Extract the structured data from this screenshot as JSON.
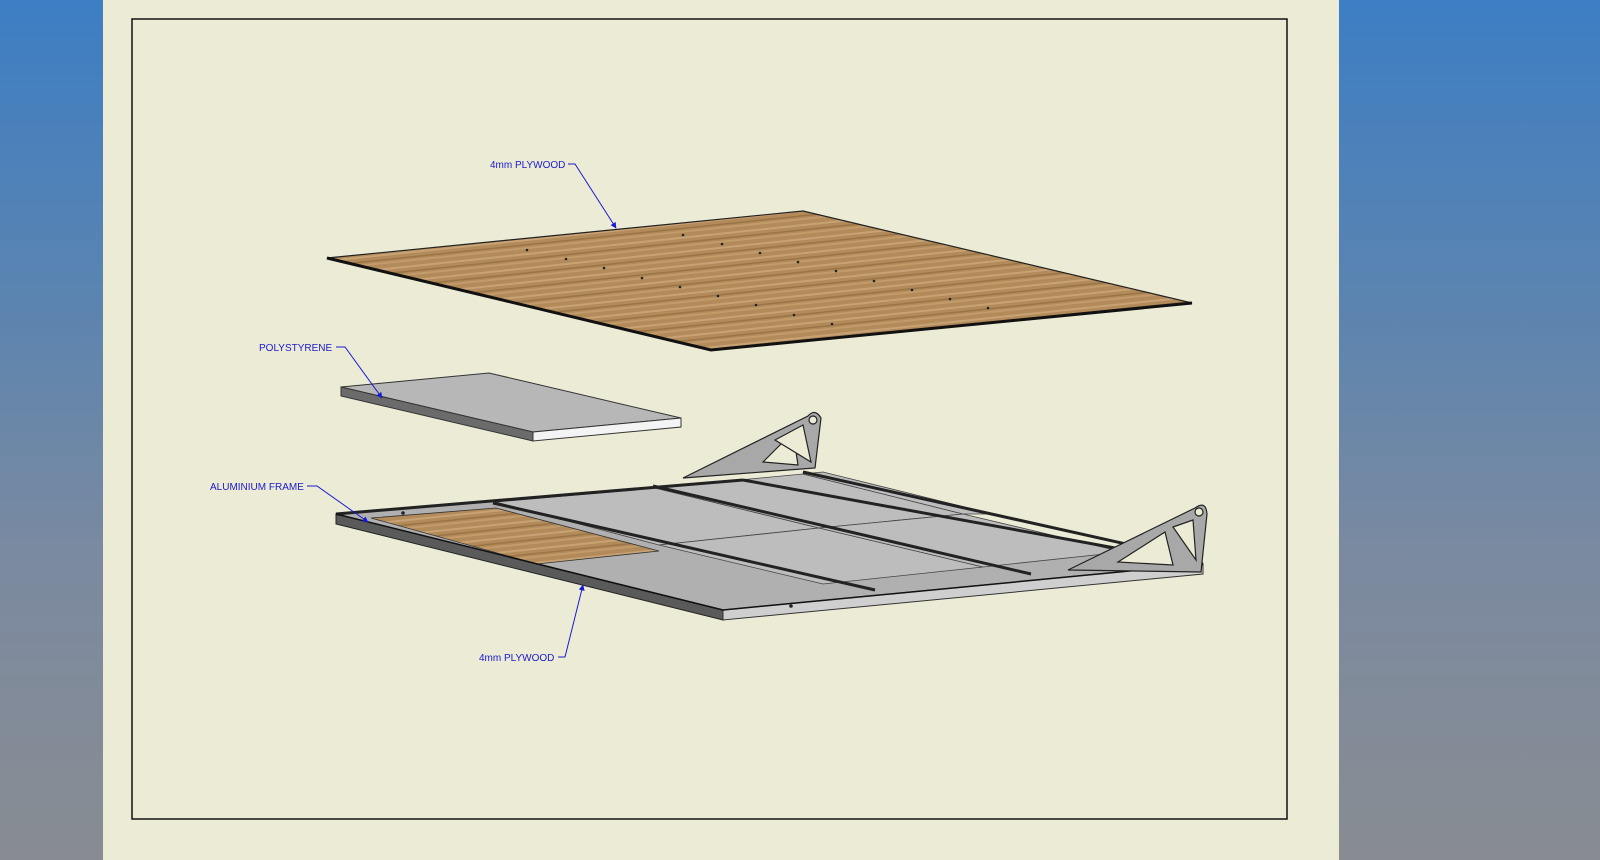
{
  "callouts": {
    "top_plywood": "4mm PLYWOOD",
    "polystyrene": "POLYSTYRENE",
    "aluminium_frame": "ALUMINIUM FRAME",
    "bottom_plywood": "4mm PLYWOOD"
  },
  "colors": {
    "background_top": "#3d7ec4",
    "sheet": "#ecebd6",
    "border": "#111111",
    "callout": "#1a1ad0",
    "plywood": "#b08858",
    "foam": "#b7b7b7",
    "aluminium": "#a9a9a9"
  }
}
